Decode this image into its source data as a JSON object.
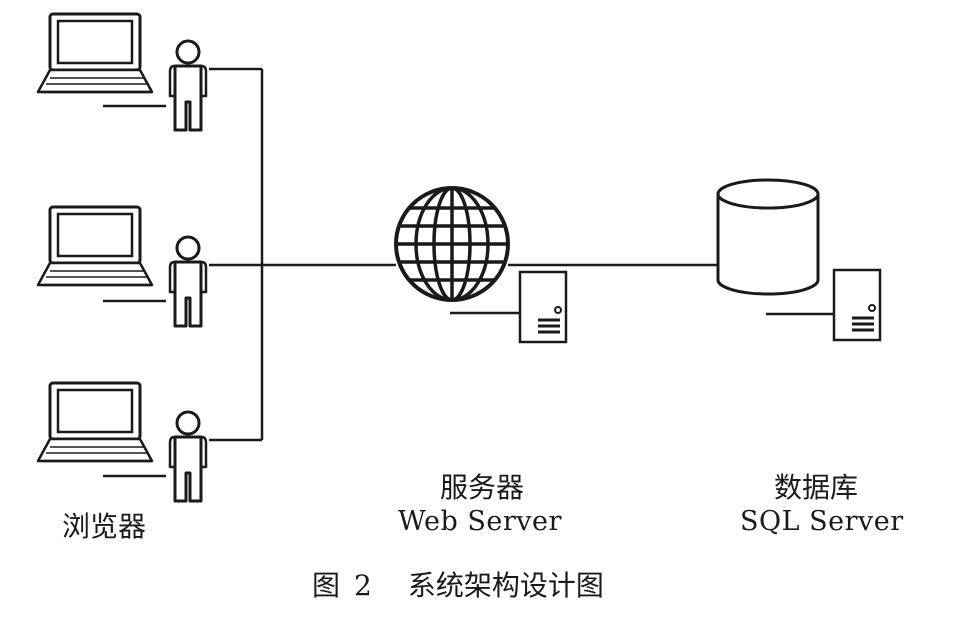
{
  "clients": {
    "label": "浏览器",
    "count": 3,
    "device_icon": "laptop-icon",
    "user_icon": "person-icon"
  },
  "web_server": {
    "label_cn": "服务器",
    "label_en": "Web Server",
    "icons": [
      "globe-icon",
      "server-tower-icon"
    ]
  },
  "database": {
    "label_cn": "数据库",
    "label_en": "SQL Server",
    "icons": [
      "database-cylinder-icon",
      "server-tower-icon"
    ]
  },
  "caption": {
    "prefix": "图",
    "number": "2",
    "title": "系统架构设计图"
  },
  "colors": {
    "stroke": "#1a1a1a",
    "background": "#ffffff"
  }
}
